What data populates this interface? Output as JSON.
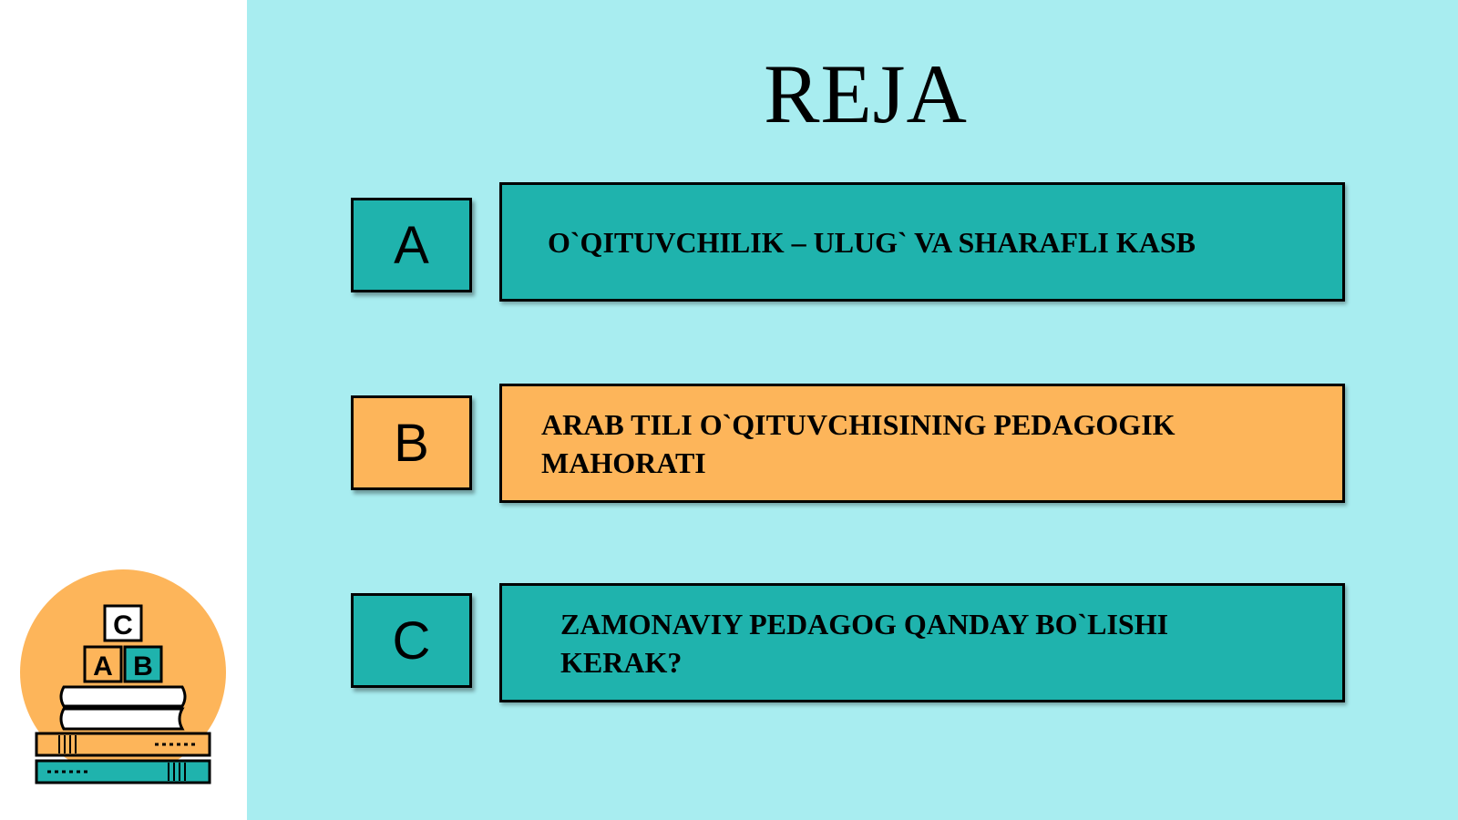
{
  "slide": {
    "title": "REJA",
    "items": [
      {
        "letter": "A",
        "text": "O`QITUVCHILIK – ULUG` VA SHARAFLI KASB"
      },
      {
        "letter": "B",
        "text": "ARAB TILI O`QITUVCHISINING PEDAGOGIK MAHORATI"
      },
      {
        "letter": "C",
        "text": "ZAMONAVIY PEDAGOG QANDAY BO`LISHI KERAK?"
      }
    ]
  },
  "logo": {
    "blocks": [
      "C",
      "A",
      "B"
    ]
  },
  "colors": {
    "background": "#a8edf0",
    "teal": "#1fb3ad",
    "orange": "#fdb55a",
    "left_panel": "#ffffff"
  },
  "icons": {
    "logo": "books-abc-blocks-icon"
  }
}
